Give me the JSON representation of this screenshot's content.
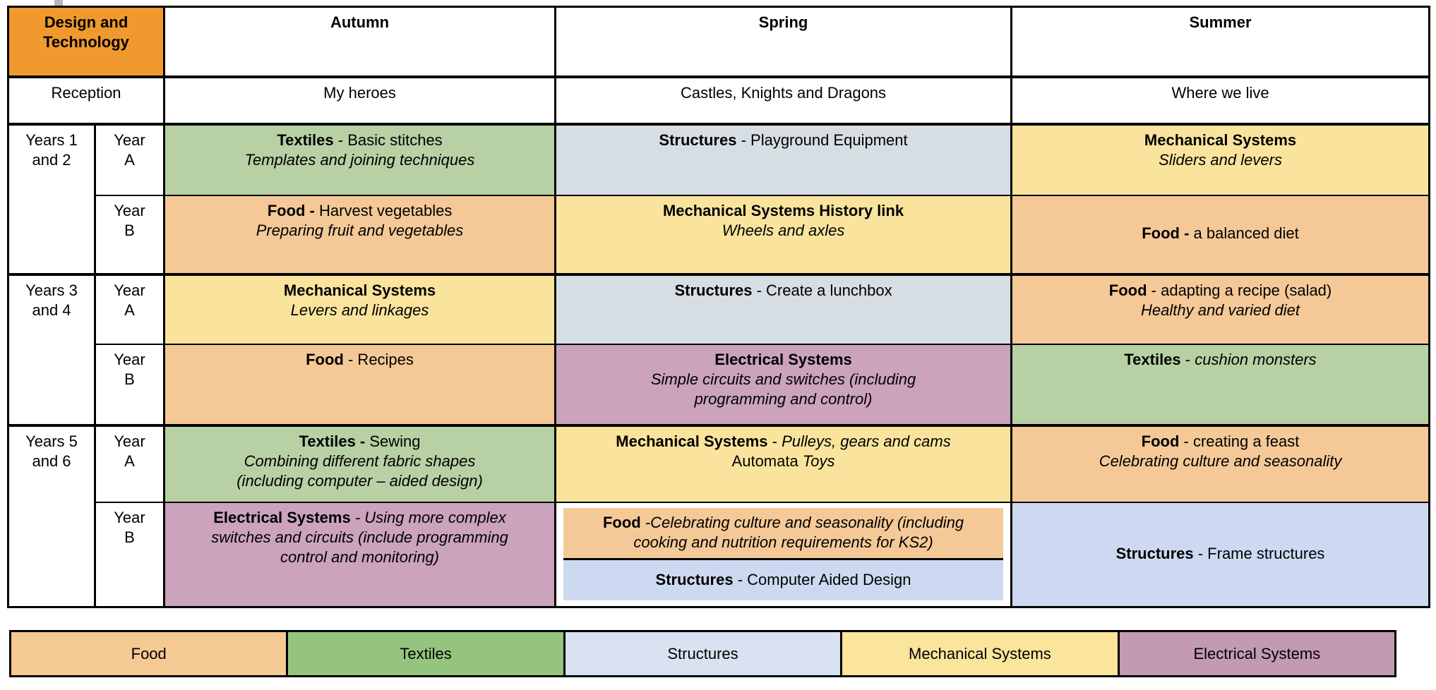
{
  "colors": {
    "orange_header": "#f0992e",
    "green_body": "#b7d1a4",
    "green_legend": "#94c47e",
    "tan": "#f4c997",
    "tan_legend": "#f5c993",
    "yellow": "#fae49d",
    "yellow_legend": "#fbe49b",
    "bluegrey": "#d6dee3",
    "bluegrey_legend": "#d8e2f0",
    "periwinkle": "#ccd9f1",
    "purple": "#cba3bc",
    "purple_legend": "#c29ab3",
    "border": "#000000",
    "artifact_grey": "#b3b6ba"
  },
  "header": {
    "title": "Design and Technology",
    "terms": [
      "Autumn",
      "Spring",
      "Summer"
    ]
  },
  "reception": {
    "label": "Reception",
    "autumn": "My heroes",
    "spring": "Castles, Knights and Dragons",
    "summer": "Where we live"
  },
  "groups": {
    "y12": "Years 1 and 2",
    "y34": "Years 3 and 4",
    "y56": "Years 5 and 6"
  },
  "year_a": {
    "lines": [
      [
        {
          "t": "Year"
        }
      ],
      [
        {
          "t": "A"
        }
      ]
    ]
  },
  "year_b": {
    "lines": [
      [
        {
          "t": "Year"
        }
      ],
      [
        {
          "t": "B"
        }
      ]
    ]
  },
  "cells": {
    "y12a_autumn": {
      "bg": "green_body",
      "lines": [
        [
          {
            "t": "Textiles",
            "b": true
          },
          {
            "t": " - Basic stitches"
          }
        ],
        [
          {
            "t": "Templates and joining techniques",
            "i": true
          }
        ]
      ]
    },
    "y12a_spring": {
      "bg": "bluegrey",
      "lines": [
        [
          {
            "t": "Structures",
            "b": true
          },
          {
            "t": " -  Playground Equipment"
          }
        ]
      ]
    },
    "y12a_summer": {
      "bg": "yellow",
      "lines": [
        [
          {
            "t": "Mechanical Systems",
            "b": true
          }
        ],
        [
          {
            "t": "Sliders and levers",
            "i": true
          }
        ]
      ]
    },
    "y12b_autumn": {
      "bg": "tan",
      "lines": [
        [
          {
            "t": "Food -",
            "b": true
          },
          {
            "t": " Harvest vegetables"
          }
        ],
        [
          {
            "t": "Preparing fruit and vegetables",
            "i": true
          }
        ]
      ]
    },
    "y12b_spring": {
      "bg": "yellow",
      "lines": [
        [
          {
            "t": "Mechanical Systems  History link",
            "b": true
          }
        ],
        [
          {
            "t": "Wheels and axles",
            "i": true
          }
        ]
      ]
    },
    "y12b_summer": {
      "bg": "tan",
      "valign": "middle",
      "lines": [
        [
          {
            "t": "Food -",
            "b": true
          },
          {
            "t": " a balanced diet"
          }
        ]
      ]
    },
    "y34a_autumn": {
      "bg": "yellow",
      "lines": [
        [
          {
            "t": "Mechanical Systems",
            "b": true
          }
        ],
        [
          {
            "t": "Levers and linkages",
            "i": true
          }
        ]
      ]
    },
    "y34a_spring": {
      "bg": "bluegrey",
      "lines": [
        [
          {
            "t": "Structures",
            "b": true
          },
          {
            "t": " - Create a lunchbox"
          }
        ]
      ]
    },
    "y34a_summer": {
      "bg": "tan",
      "lines": [
        [
          {
            "t": "Food",
            "b": true
          },
          {
            "t": " - adapting a recipe (salad)"
          }
        ],
        [
          {
            "t": "Healthy and varied diet",
            "i": true
          }
        ]
      ]
    },
    "y34b_autumn": {
      "bg": "tan",
      "lines": [
        [
          {
            "t": "Food",
            "b": true
          },
          {
            "t": " - Recipes"
          }
        ]
      ]
    },
    "y34b_spring": {
      "bg": "purple",
      "lines": [
        [
          {
            "t": "Electrical Systems",
            "b": true
          }
        ],
        [
          {
            "t": "Simple circuits and switches (including",
            "i": true
          }
        ],
        [
          {
            "t": "programming and control)",
            "i": true
          }
        ]
      ]
    },
    "y34b_summer": {
      "bg": "green_body",
      "lines": [
        [
          {
            "t": "Textiles",
            "b": true
          },
          {
            "t": " - "
          },
          {
            "t": "cushion monsters",
            "i": true
          }
        ]
      ]
    },
    "y56a_autumn": {
      "bg": "green_body",
      "lines": [
        [
          {
            "t": "Textiles -",
            "b": true
          },
          {
            "t": " Sewing"
          }
        ],
        [
          {
            "t": "Combining different fabric shapes",
            "i": true
          }
        ],
        [
          {
            "t": "(including computer – aided design)",
            "i": true
          }
        ]
      ]
    },
    "y56a_spring": {
      "bg": "yellow",
      "lines": [
        [
          {
            "t": "Mechanical Systems",
            "b": true
          },
          {
            "t": "  - "
          },
          {
            "t": "Pulleys, gears and cams",
            "i": true
          }
        ],
        [
          {
            "t": "Automata "
          },
          {
            "t": "Toys",
            "i": true
          }
        ]
      ]
    },
    "y56a_summer": {
      "bg": "tan",
      "lines": [
        [
          {
            "t": "Food",
            "b": true
          },
          {
            "t": " - creating a feast"
          }
        ],
        [
          {
            "t": "Celebrating culture and seasonality",
            "i": true
          }
        ]
      ]
    },
    "y56b_autumn": {
      "bg": "purple",
      "lines": [
        [
          {
            "t": "Electrical Systems ",
            "b": true
          },
          {
            "t": " - Using more complex",
            "i": true
          }
        ],
        [
          {
            "t": "switches and circuits (include programming",
            "i": true
          }
        ],
        [
          {
            "t": "control and monitoring)",
            "i": true
          }
        ]
      ]
    },
    "y56b_spring_food": {
      "bg": "tan",
      "lines": [
        [
          {
            "t": "Food ",
            "b": true
          },
          {
            "t": "-Celebrating culture and seasonality (including",
            "i": true
          }
        ],
        [
          {
            "t": "cooking and nutrition requirements for KS2)",
            "i": true
          }
        ]
      ]
    },
    "y56b_spring_structures": {
      "bg": "periwinkle",
      "lines": [
        [
          {
            "t": "Structures",
            "b": true
          },
          {
            "t": " - Computer Aided Design"
          }
        ]
      ]
    },
    "y56b_summer": {
      "bg": "periwinkle",
      "valign": "middle",
      "lines": [
        [
          {
            "t": "Structures",
            "b": true
          },
          {
            "t": " - Frame structures"
          }
        ]
      ]
    }
  },
  "legend": [
    {
      "label": "Food",
      "color": "#f5c993"
    },
    {
      "label": "Textiles",
      "color": "#94c47e"
    },
    {
      "label": "Structures",
      "color": "#d8e2f0"
    },
    {
      "label": "Mechanical Systems",
      "color": "#fbe49b"
    },
    {
      "label": "Electrical Systems",
      "color": "#c29ab3"
    }
  ]
}
